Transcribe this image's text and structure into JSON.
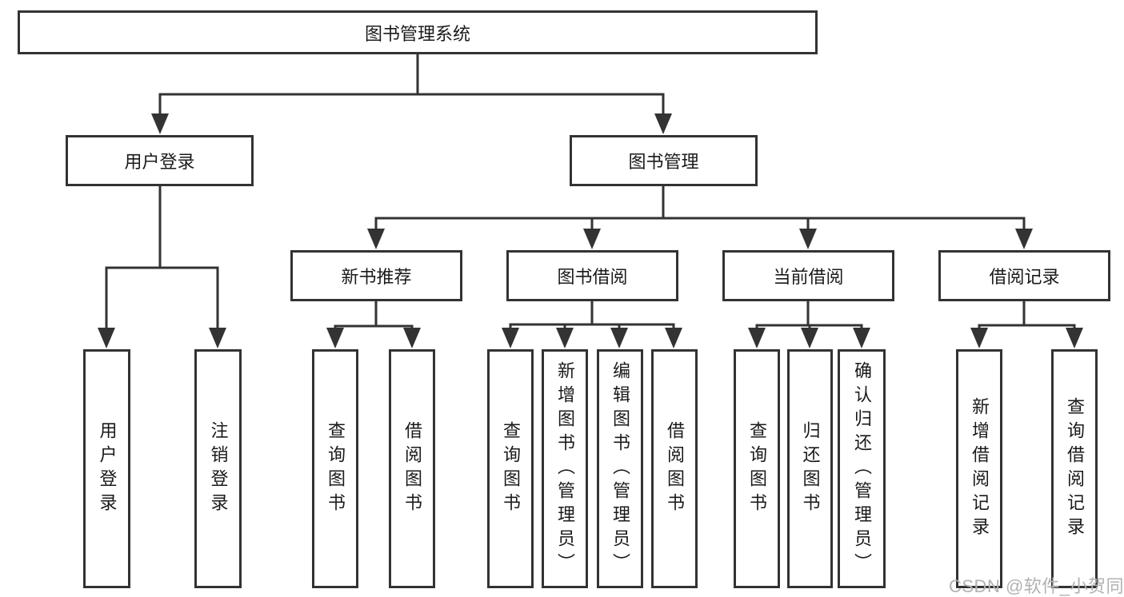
{
  "tree": {
    "root": "图书管理系统",
    "branches": [
      {
        "label": "用户登录",
        "leaves": [
          "用户登录",
          "注销登录"
        ]
      },
      {
        "label": "图书管理",
        "groups": [
          {
            "label": "新书推荐",
            "leaves": [
              "查询图书",
              "借阅图书"
            ]
          },
          {
            "label": "图书借阅",
            "leaves": [
              "查询图书",
              "新增图书（管理员）",
              "编辑图书（管理员）",
              "借阅图书"
            ]
          },
          {
            "label": "当前借阅",
            "leaves": [
              "查询图书",
              "归还图书",
              "确认归还（管理员）"
            ]
          },
          {
            "label": "借阅记录",
            "leaves": [
              "新增借阅记录",
              "查询借阅记录"
            ]
          }
        ]
      }
    ]
  },
  "watermark": {
    "text": "CSDN @软件_小贺同学"
  },
  "colors": {
    "line": "#333333",
    "box_border": "#333333",
    "text": "#1a1a1a",
    "watermark": "#b2b2b2",
    "background": "#ffffff"
  }
}
